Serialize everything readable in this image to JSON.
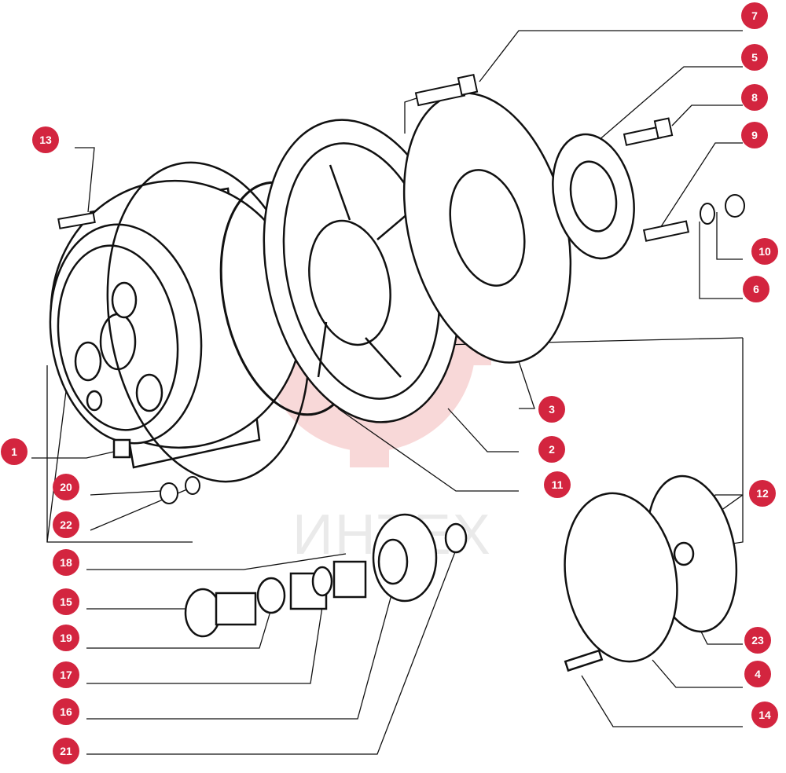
{
  "diagram": {
    "accent_color": "#d3253f",
    "line_color": "#111111",
    "watermark_color": "#f2b6b6",
    "watermark_text": "ИНТЕХ",
    "callouts": [
      "1",
      "2",
      "3",
      "4",
      "5",
      "6",
      "7",
      "8",
      "9",
      "10",
      "11",
      "12",
      "13",
      "14",
      "15",
      "16",
      "17",
      "18",
      "19",
      "20",
      "21",
      "22",
      "23"
    ]
  }
}
